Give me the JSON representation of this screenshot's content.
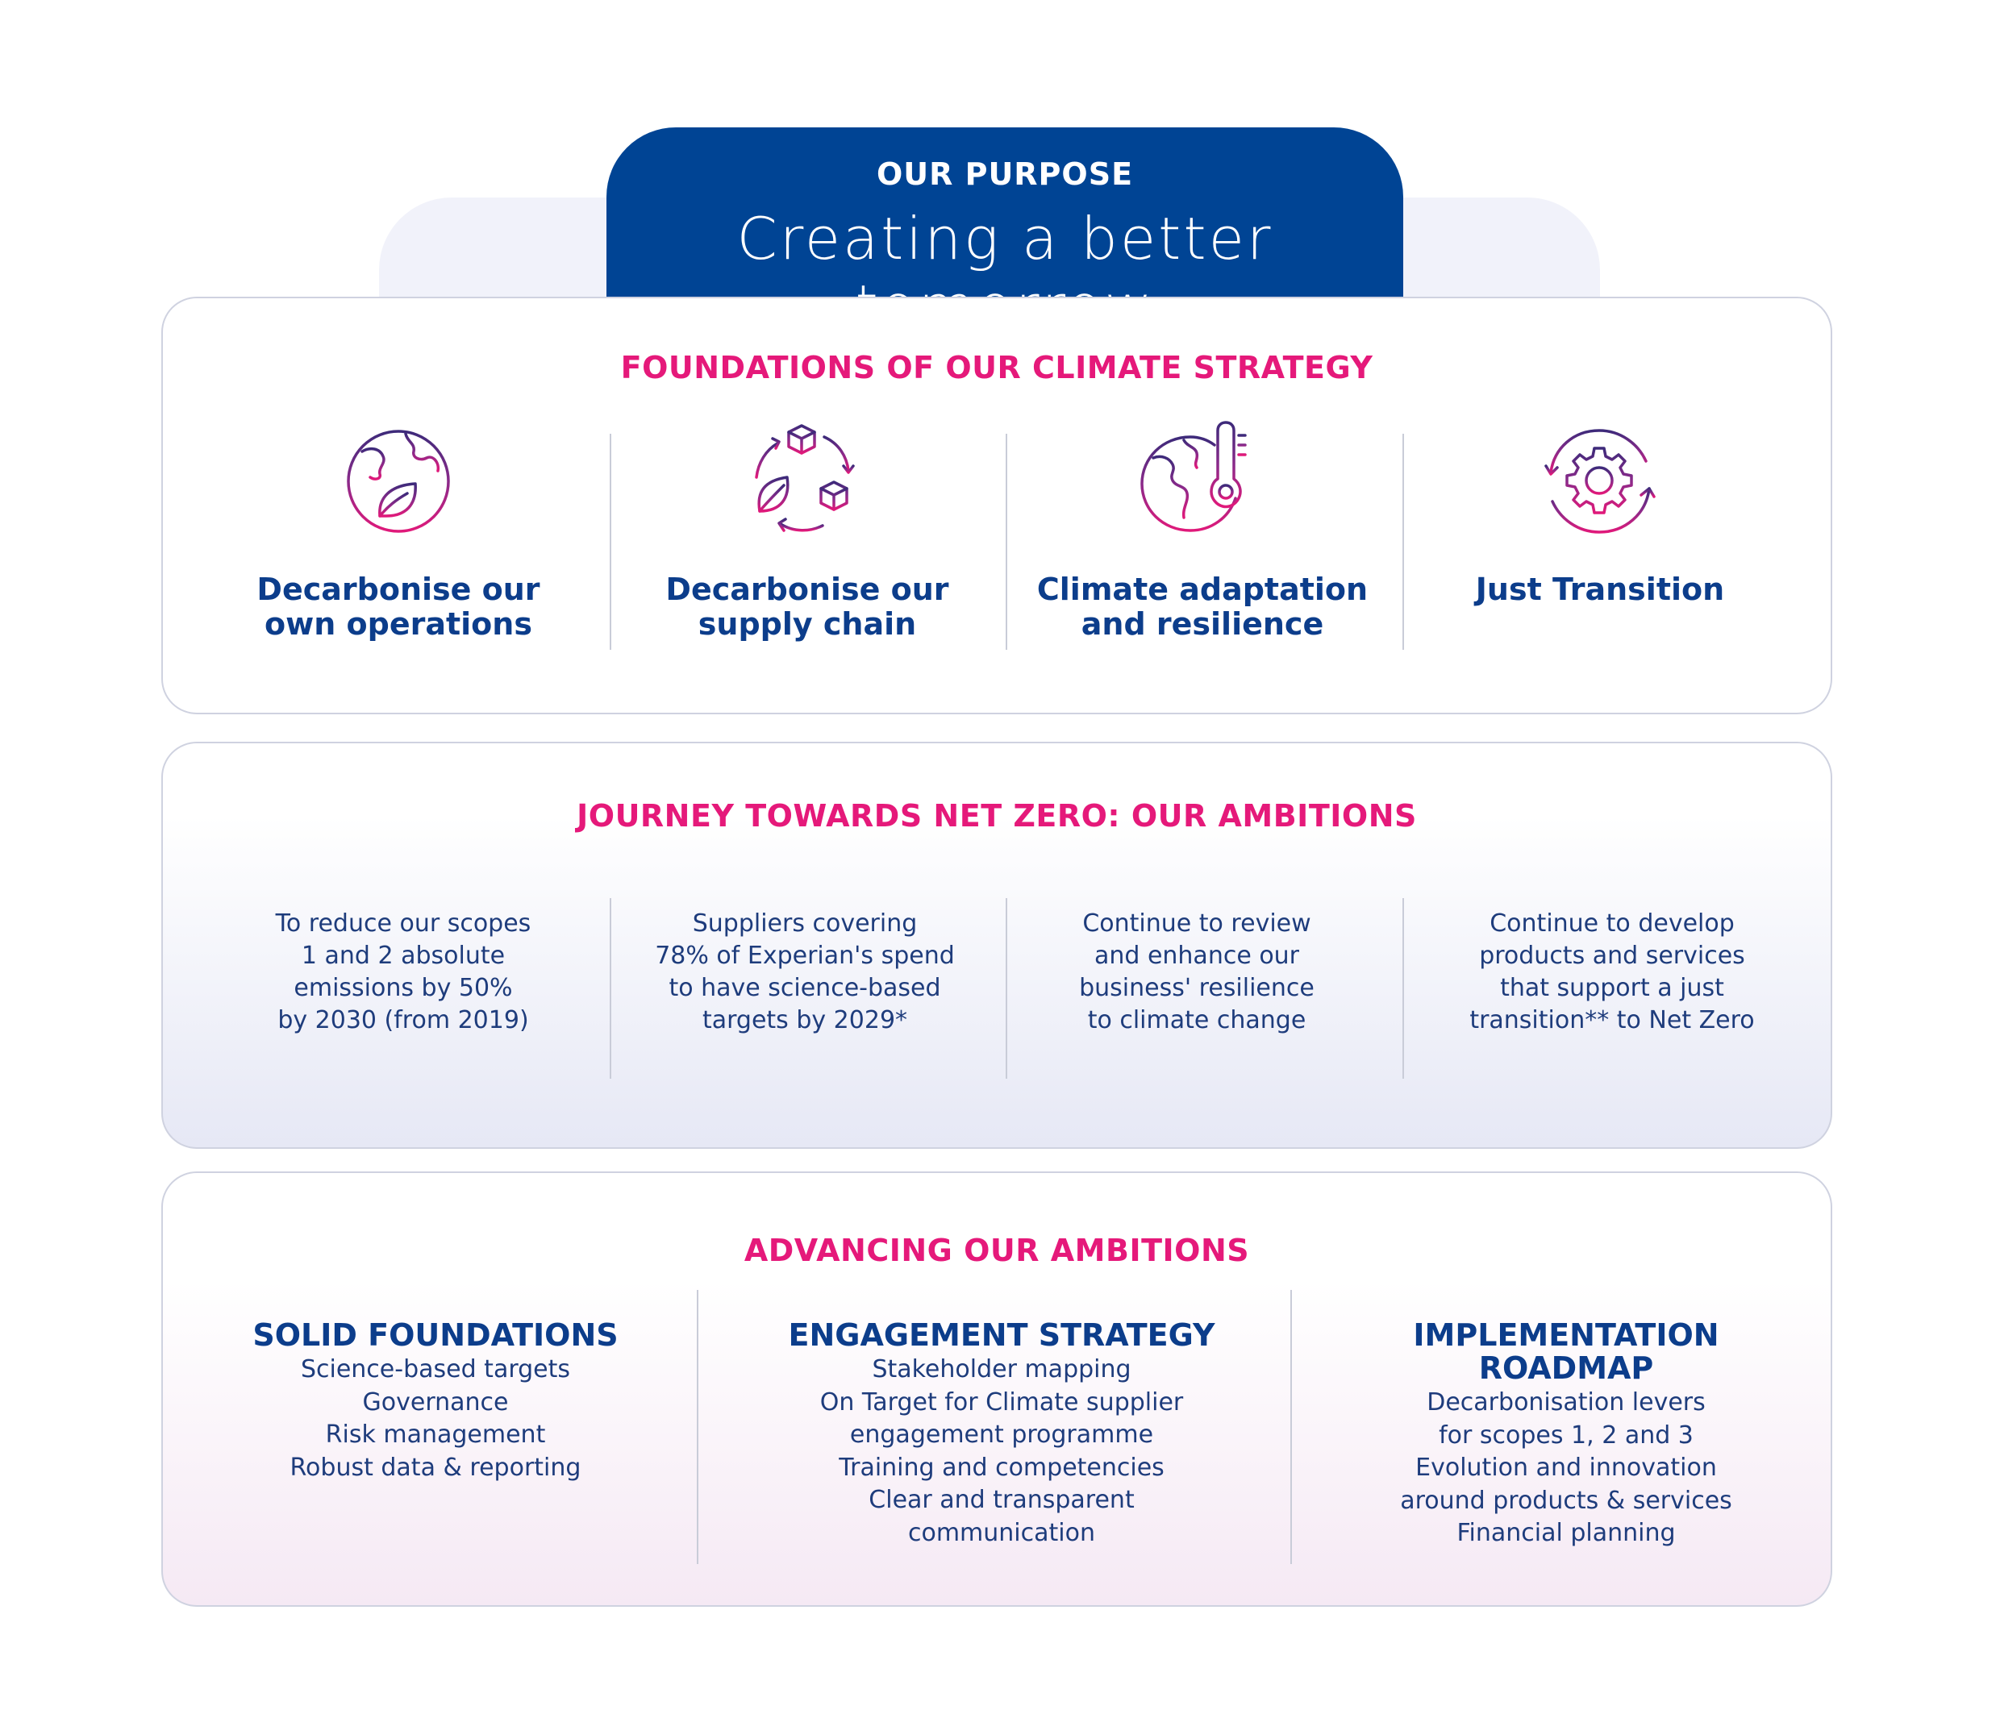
{
  "purpose": {
    "label": "OUR PURPOSE",
    "title": "Creating a better tomorrow"
  },
  "foundations": {
    "heading": "FOUNDATIONS OF OUR CLIMATE STRATEGY",
    "pillars": [
      {
        "title_lines": [
          "Decarbonise our",
          "own operations"
        ],
        "icon": "globe-leaf-icon"
      },
      {
        "title_lines": [
          "Decarbonise our",
          "supply chain"
        ],
        "icon": "supply-cycle-icon"
      },
      {
        "title_lines": [
          "Climate adaptation",
          "and resilience"
        ],
        "icon": "globe-thermometer-icon"
      },
      {
        "title_lines": [
          "Just Transition"
        ],
        "icon": "gear-cycle-icon"
      }
    ]
  },
  "journey": {
    "heading": "JOURNEY TOWARDS NET ZERO: OUR AMBITIONS",
    "ambitions": [
      [
        "To reduce our scopes",
        "1 and 2 absolute",
        "emissions by 50%",
        "by 2030 (from 2019)"
      ],
      [
        "Suppliers covering",
        "78% of Experian's spend",
        "to have science-based",
        "targets by 2029*"
      ],
      [
        "Continue to review",
        "and enhance our",
        "business' resilience",
        "to climate change"
      ],
      [
        "Continue to develop",
        "products and services",
        "that support a just",
        "transition** to Net Zero"
      ]
    ]
  },
  "advancing": {
    "heading": "ADVANCING OUR AMBITIONS",
    "columns": [
      {
        "title_lines": [
          "SOLID FOUNDATIONS"
        ],
        "items": [
          "Science-based targets",
          "Governance",
          "Risk management",
          "Robust data & reporting"
        ]
      },
      {
        "title_lines": [
          "ENGAGEMENT STRATEGY"
        ],
        "items": [
          "Stakeholder mapping",
          "On Target for Climate supplier",
          "engagement programme",
          "Training and competencies",
          "Clear and transparent",
          "communication"
        ]
      },
      {
        "title_lines": [
          "IMPLEMENTATION",
          "ROADMAP"
        ],
        "items": [
          "Decarbonisation levers",
          "for scopes 1, 2 and 3",
          "Evolution and innovation",
          "around products & services",
          "Financial planning"
        ]
      }
    ]
  },
  "colors": {
    "navy": "#004494",
    "magenta": "#e5197a",
    "purple": "#7b2d8e",
    "text_blue": "#1e3c7c"
  }
}
